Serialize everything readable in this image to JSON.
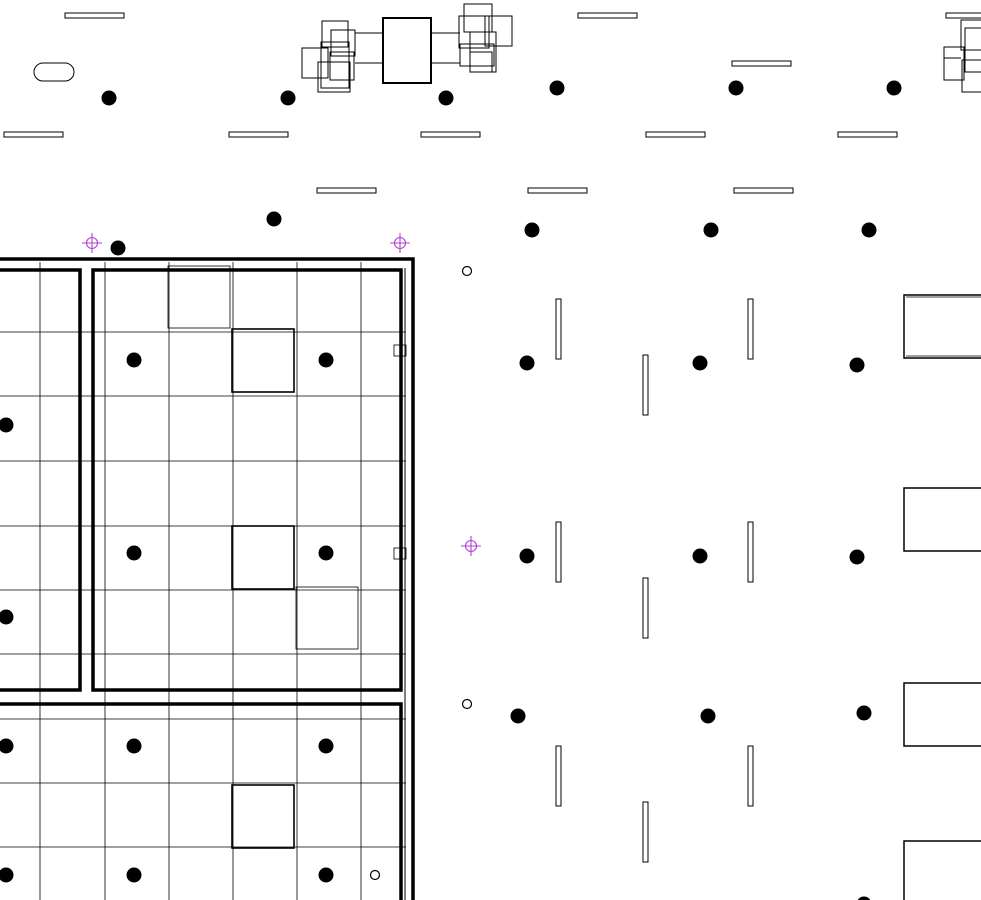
{
  "drawing": {
    "background_color": "#ffffff",
    "line_color": "#000000",
    "marker_color": "#b040d0",
    "icons": {
      "column": "filled-circle",
      "light_fixture": "slot-rectangle",
      "reference_marker": "crosshair-circle",
      "sprinkler": "hollow-circle",
      "furniture": "table-with-chairs"
    }
  }
}
